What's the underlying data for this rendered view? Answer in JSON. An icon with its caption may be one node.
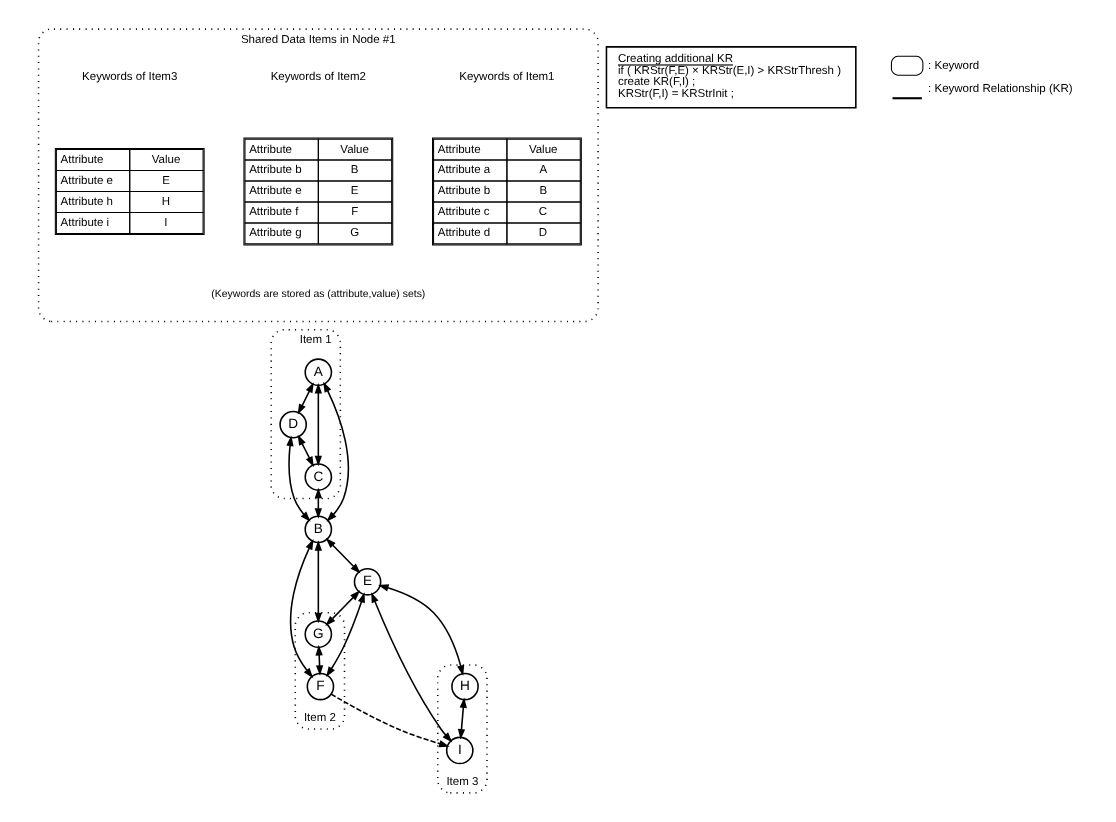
{
  "diagram": {
    "nodes": [
      {
        "text": [
          "Shared Data Items in Node #1",
          "(Keywords are stored as (attribute,value) sets)"
        ]
      },
      {
        "text": [
          "Keywords of Item1"
        ],
        "in": 0
      },
      {
        "text": [
          "Keywords of Item2"
        ],
        "in": 0
      },
      {
        "text": [
          "Keywords of Item3"
        ],
        "in": 0
      },
      {
        "text": [
          "Item 1"
        ]
      },
      {
        "text": [
          "Item 2"
        ]
      },
      {
        "text": [
          "Item 3"
        ]
      },
      {
        "text": [
          "A"
        ],
        "in": 4
      },
      {
        "text": [
          "D"
        ],
        "in": 4
      },
      {
        "text": [
          "B"
        ]
      },
      {
        "text": [
          "E"
        ]
      },
      {
        "text": [
          "H"
        ],
        "in": 6
      },
      {
        "text": [
          "C"
        ],
        "in": 4
      },
      {
        "text": [
          "G"
        ],
        "in": 5
      },
      {
        "text": [
          "F"
        ],
        "in": 5
      },
      {
        "text": [
          "I"
        ],
        "in": 6
      },
      {
        "text": [
          "Creating additional KR",
          "if ( KRStr(F,E) × KRStr(E,I) > KRStrThresh )",
          "create KR(F,I) ;",
          "KRStr(F,I) = KRStrInit ;"
        ]
      }
    ],
    "edges": [
      {
        "from": 7,
        "to": 8,
        "arrow": "both"
      },
      {
        "from": 7,
        "to": 12,
        "arrow": "both"
      },
      {
        "from": 7,
        "to": 9,
        "arrow": "both"
      },
      {
        "from": 8,
        "to": 9,
        "arrow": "both"
      },
      {
        "from": 8,
        "to": 12,
        "arrow": "both"
      },
      {
        "from": 12,
        "to": 9,
        "arrow": "both"
      },
      {
        "from": 9,
        "to": 10,
        "arrow": "both"
      },
      {
        "from": 9,
        "to": 13,
        "arrow": "both"
      },
      {
        "from": 9,
        "to": 14,
        "arrow": "both"
      },
      {
        "from": 10,
        "to": 13,
        "arrow": "both"
      },
      {
        "from": 10,
        "to": 14,
        "arrow": "both"
      },
      {
        "from": 13,
        "to": 14,
        "arrow": "both"
      },
      {
        "from": 10,
        "to": 11,
        "arrow": "both"
      },
      {
        "from": 10,
        "to": 15,
        "arrow": "both"
      },
      {
        "from": 11,
        "to": 15,
        "arrow": "both"
      },
      {
        "from": 14,
        "to": 15,
        "arrow": "to",
        "style": "dashed"
      }
    ],
    "labels": [
      "Attribute",
      "Value",
      "Attribute a",
      "A",
      "Attribute b",
      "B",
      "Attribute c",
      "C",
      "Attribute d",
      "D",
      "Attribute",
      "Value",
      "Attribute b",
      "B",
      "Attribute e",
      "E",
      "Attribute f",
      "F",
      "Attribute g",
      "G",
      "Attribute",
      "Value",
      "Attribute e",
      "E",
      "Attribute h",
      "H",
      "Attribute i",
      "I"
    ],
    "legend": [
      {
        "text": ": Keyword"
      },
      {
        "text": ": Keyword Relationship (KR)"
      }
    ]
  }
}
